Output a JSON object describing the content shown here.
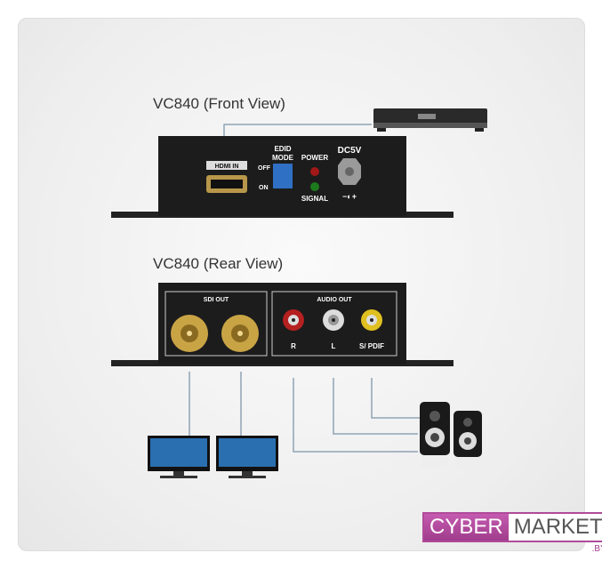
{
  "front": {
    "title": "VC840 (Front View)",
    "hdmi_label": "HDMI IN",
    "edid_label_1": "EDID",
    "edid_label_2": "MODE",
    "off": "OFF",
    "on": "ON",
    "power": "POWER",
    "signal": "SIGNAL",
    "dc": "DC5V",
    "polarity": "−◐+"
  },
  "rear": {
    "title": "VC840 (Rear View)",
    "sdi_label": "SDI OUT",
    "audio_label": "AUDIO OUT",
    "r": "R",
    "l": "L",
    "spdif": "S/ PDIF"
  },
  "colors": {
    "device": "#1c1c1c",
    "brand": "#b04a9a",
    "line": "#8fa3b5"
  },
  "logo": {
    "part1": "CYBER",
    "part2": "MARKET",
    "suffix": ".BY"
  }
}
